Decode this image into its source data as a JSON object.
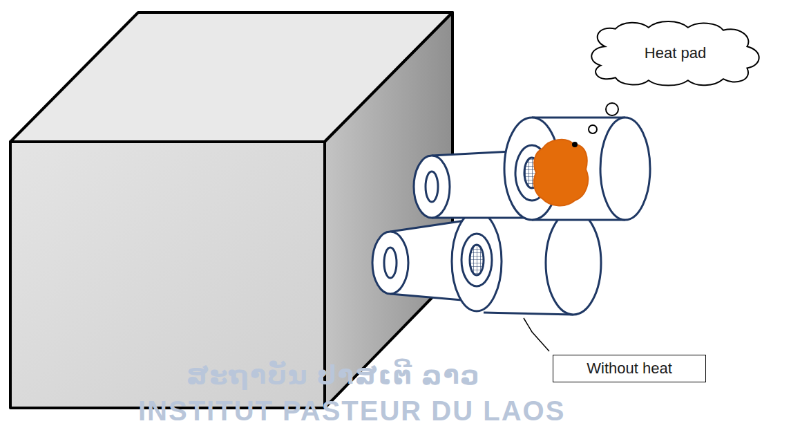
{
  "diagram": {
    "nodes": [
      {
        "text": [
          "Heat pad"
        ]
      },
      {
        "text": [
          "Without heat"
        ]
      }
    ],
    "labels": [
      "ສະຖາບັນ ປາສເຕີ ລາວ",
      "INSTITUT PASTEUR DU LAOS"
    ]
  }
}
